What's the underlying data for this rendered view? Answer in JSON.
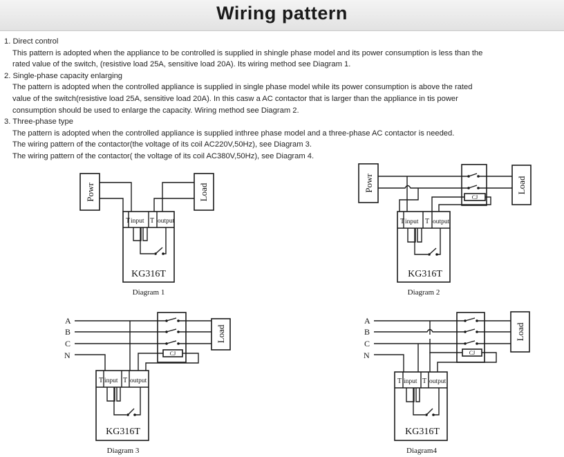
{
  "title": "Wiring pattern",
  "sections": [
    {
      "heading": "1. Direct control",
      "lines": [
        "This pattern is adopted when the appliance to be controlled is supplied in shingle phase model and its power consumption is less  than the",
        "rated value of the switch, (resistive load 25A, sensitive load 20A). Its wiring method see Diagram 1."
      ]
    },
    {
      "heading": "2. Single-phase capacity enlarging",
      "lines": [
        "The pattern is adopted when the controlled appliance is supplied in single phase model while its power consumption is above the rated",
        " value of the switch(resistive load 25A, sensitive load 20A). In this casw a AC contactor that is larger than the appliance in tis power",
        "consumption should be used to enlarge the capacity. Wiring method see Diagram 2."
      ]
    },
    {
      "heading": "3. Three-phase type",
      "lines": [
        "The pattern is adopted when the controlled appliance is supplied inthree phase model and a three-phase AC contactor is needed.",
        "The wiring pattern of the contactor(the voltage of its coil AC220V,50Hz), see Diagram 3.",
        "The wiring pattern of the contactor( the voltage of its coil AC380V,50Hz), see Diagram 4."
      ]
    }
  ],
  "diagrams": {
    "d1": {
      "caption": "Diagram 1",
      "device": "KG316T",
      "power": "Powr",
      "load": "Load",
      "t1": "T",
      "input": "input",
      "t2": "T",
      "output": "output"
    },
    "d2": {
      "caption": "Diagram 2",
      "device": "KG316T",
      "power": "Powr",
      "load": "Load",
      "coil": "CJ",
      "t1": "T",
      "input": "input",
      "t2": "T",
      "output": "output"
    },
    "d3": {
      "caption": "Diagram 3",
      "device": "KG316T",
      "load": "Load",
      "coil": "CJ",
      "phases": [
        "A",
        "B",
        "C",
        "N"
      ],
      "t1": "T",
      "input": "input",
      "t2": "T",
      "output": "output"
    },
    "d4": {
      "caption": "Diagram4",
      "device": "KG316T",
      "load": "Load",
      "coil": "CJ",
      "phases": [
        "A",
        "B",
        "C",
        "N"
      ],
      "t1": "T",
      "input": "input",
      "t2": "T",
      "output": "output"
    }
  }
}
